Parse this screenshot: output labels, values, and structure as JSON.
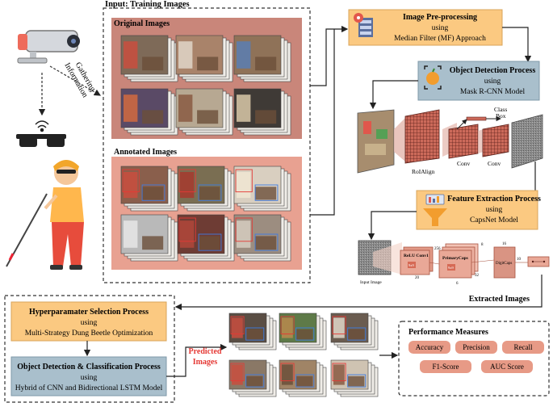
{
  "input": {
    "title": "Input: Training Images",
    "original_label": "Original Images",
    "annotated_label": "Annotated Images",
    "gathering_label_1": "Information",
    "gathering_label_2": "Gathering"
  },
  "preprocessing": {
    "title": "Image Pre-processing",
    "line2": "using",
    "line3": "Median Filter (MF) Approach"
  },
  "object_detection": {
    "title": "Object Detection Process",
    "line2": "using",
    "line3": "Mask R-CNN Model"
  },
  "mask_rcnn": {
    "roialign": "RoIAlign",
    "conv1": "Conv",
    "conv2": "Conv",
    "class_label": "Class",
    "box_label": "Box"
  },
  "feature_extraction": {
    "title": "Feature Extraction Process",
    "line2": "using",
    "line3": "CapsNet Model"
  },
  "capsnet": {
    "input_image": "Input Image",
    "relu_conv1": "ReLU Conv1",
    "primary_caps": "PrimaryCaps",
    "digit_caps": "DigitCaps",
    "n256": "256",
    "n9a": "9x9",
    "n9b": "9x9",
    "n20": "20",
    "n8": "8",
    "n6": "6",
    "n32": "32",
    "n16": "16",
    "n10": "10"
  },
  "extracted_label": "Extracted Images",
  "hyperparameter": {
    "title": "Hyperparamater Selection Process",
    "line2": "using",
    "line3": "Multi-Strategy Dung Beetle Optimization"
  },
  "classification": {
    "title": "Object Detection & Classification Process",
    "line2": "using",
    "line3": "Hybrid of CNN and Bidirectional LSTM Model"
  },
  "predicted": {
    "line1": "Predicted",
    "line2": "Images"
  },
  "performance": {
    "title": "Performance Measures",
    "metrics": [
      "Accuracy",
      "Precision",
      "Recall",
      "F1-Score",
      "AUC Score"
    ]
  },
  "colors": {
    "orange": "#fbc981",
    "gray_blue": "#a9bfcc",
    "salmon": "#e08d7c",
    "metric": "#e79a86",
    "red_text": "#e53935"
  }
}
